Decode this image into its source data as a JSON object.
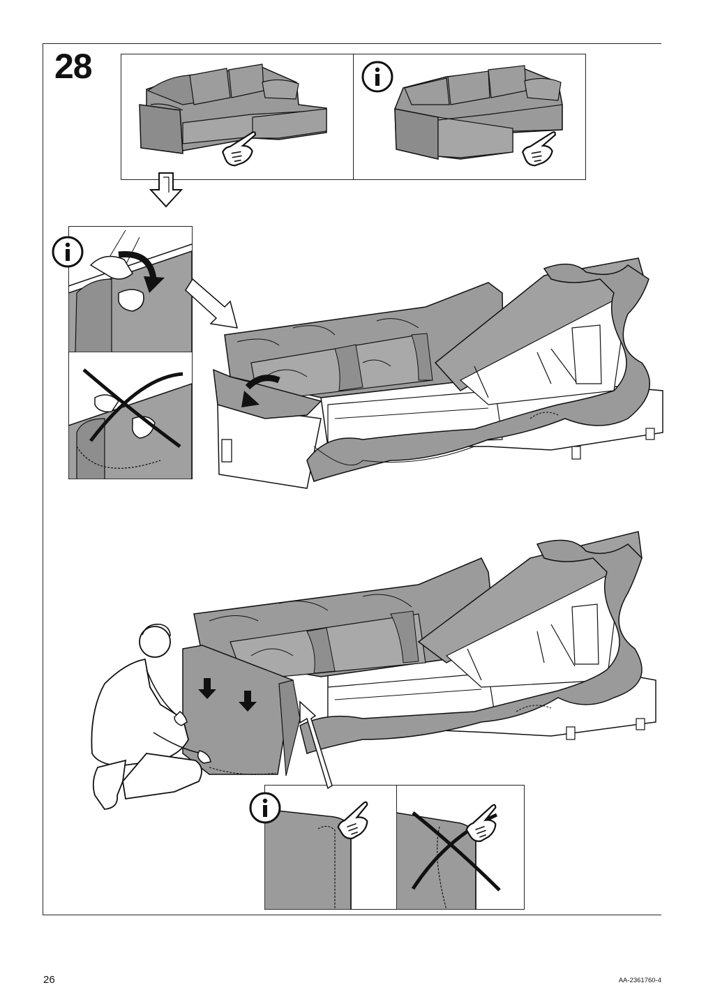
{
  "step": {
    "number": "28"
  },
  "footer": {
    "page_number": "26",
    "doc_id": "AA-2361760-4"
  },
  "icons": [
    "info-icon",
    "pointing-hand-icon",
    "down-arrow-icon",
    "cross-icon"
  ],
  "colors": {
    "fabric": "#9a9a9a",
    "line": "#1a1a1a",
    "white": "#ffffff"
  }
}
